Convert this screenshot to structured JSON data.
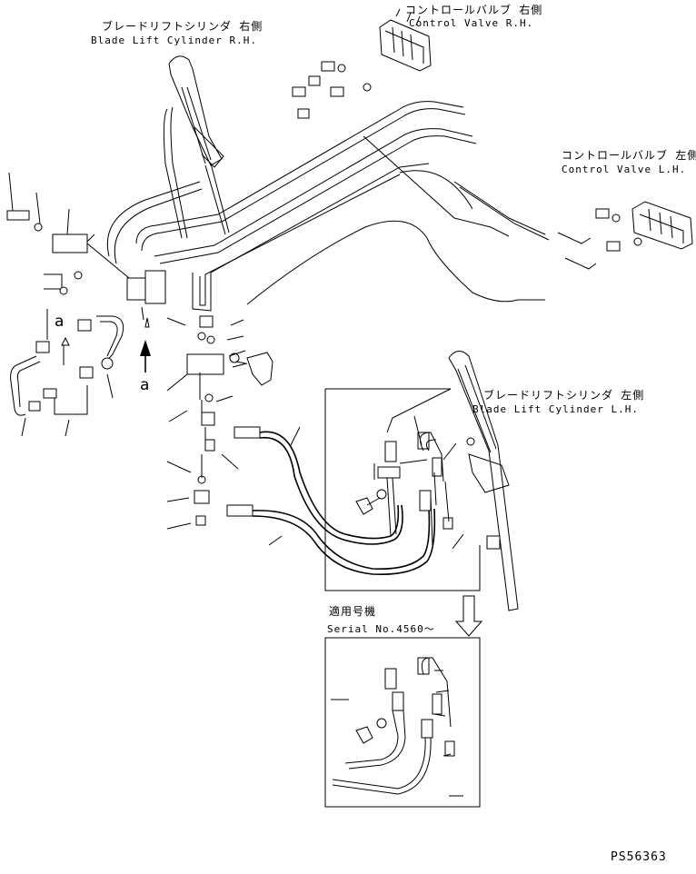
{
  "labels": {
    "blade_lift_rh_jp": "ブレードリフトシリンダ 右側",
    "blade_lift_rh_en": "Blade Lift Cylinder R.H.",
    "control_valve_rh_jp": "コントロールバルブ 右側",
    "control_valve_rh_en": "Control Valve R.H.",
    "control_valve_lh_jp": "コントロールバルブ 左側",
    "control_valve_lh_en": "Control Valve L.H.",
    "blade_lift_lh_jp": "ブレードリフトシリンダ 左側",
    "blade_lift_lh_en": "Blade Lift Cylinder L.H.",
    "serial_jp": "適用号機",
    "serial_en": "Serial No.4560～",
    "view_a_top": "a",
    "view_a_arrow": "a",
    "drawing_code": "PS56363"
  }
}
